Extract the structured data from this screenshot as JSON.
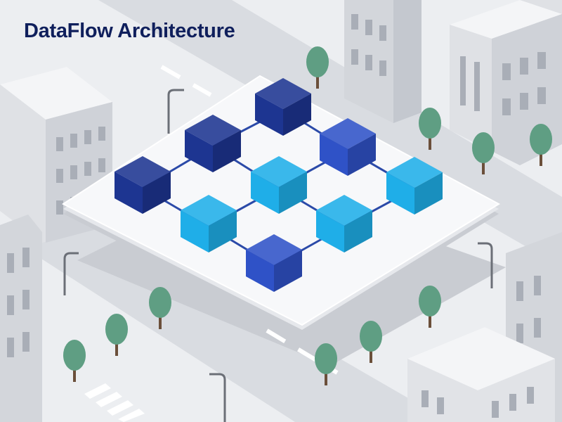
{
  "header": {
    "title": "DataFlow Architecture"
  },
  "colors": {
    "title": "#0f1f5c",
    "node_dark": "#1d3591",
    "node_mid": "#2f52c7",
    "node_light": "#1faee8",
    "edge": "#2b4aa8",
    "tree": "#5f9e83",
    "platform": "#f7f8fa"
  },
  "diagram": {
    "nodes": [
      {
        "id": "n1",
        "tone": "node_dark"
      },
      {
        "id": "n2",
        "tone": "node_dark"
      },
      {
        "id": "n3",
        "tone": "node_mid"
      },
      {
        "id": "n4",
        "tone": "node_dark"
      },
      {
        "id": "n5",
        "tone": "node_light"
      },
      {
        "id": "n6",
        "tone": "node_light"
      },
      {
        "id": "n7",
        "tone": "node_light"
      },
      {
        "id": "n8",
        "tone": "node_light"
      },
      {
        "id": "n9",
        "tone": "node_mid"
      }
    ],
    "edges": [
      [
        "n1",
        "n2"
      ],
      [
        "n1",
        "n3"
      ],
      [
        "n2",
        "n4"
      ],
      [
        "n2",
        "n5"
      ],
      [
        "n3",
        "n5"
      ],
      [
        "n3",
        "n6"
      ],
      [
        "n4",
        "n7"
      ],
      [
        "n5",
        "n7"
      ],
      [
        "n5",
        "n8"
      ],
      [
        "n6",
        "n8"
      ],
      [
        "n7",
        "n9"
      ],
      [
        "n8",
        "n9"
      ]
    ]
  }
}
